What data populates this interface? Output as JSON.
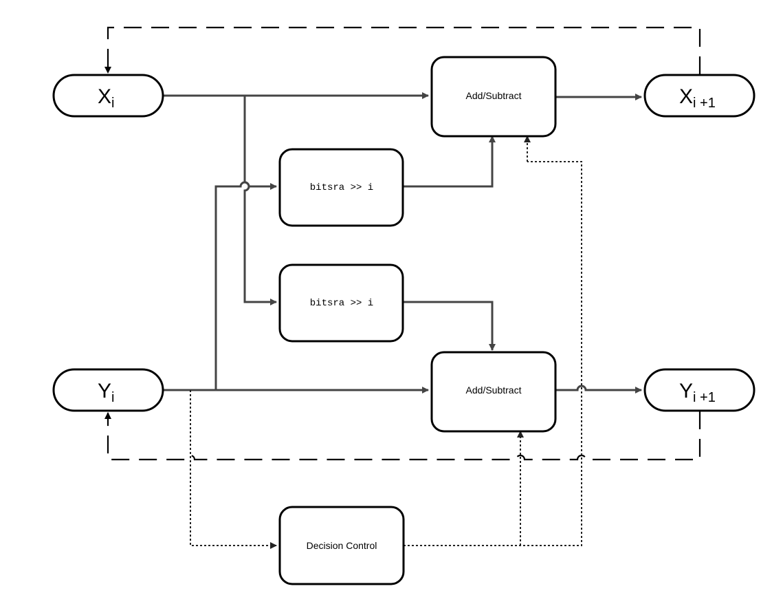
{
  "nodes": {
    "x_i": {
      "main": "X",
      "sub": "i"
    },
    "x_i1": {
      "main": "X",
      "sub": "i +1"
    },
    "y_i": {
      "main": "Y",
      "sub": "i"
    },
    "y_i1": {
      "main": "Y",
      "sub": "i +1"
    },
    "add_sub_top": "Add/Subtract",
    "add_sub_bottom": "Add/Subtract",
    "shift_top": "bitsra >> i",
    "shift_bottom": "bitsra >> i",
    "decision": "Decision Control"
  },
  "colors": {
    "solid_line": "#444444",
    "dashed_line": "#000000",
    "dotted_line": "#222222",
    "box_border": "#000000"
  }
}
